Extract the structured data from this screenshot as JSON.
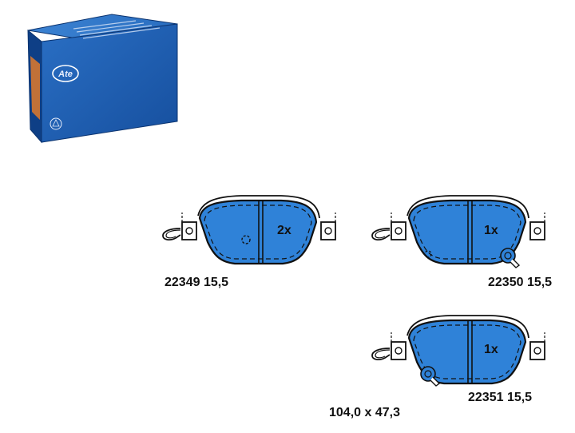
{
  "package": {
    "logo_text": "Ate",
    "side_lines": [
      "",
      "",
      "",
      ""
    ],
    "colors": {
      "front": "#1b5fb3",
      "top": "#2d73c7",
      "side": "#0e3f86",
      "orange": "#e07a2a"
    }
  },
  "pads": [
    {
      "part_number": "22349 15,5",
      "quantity": "2x"
    },
    {
      "part_number": "22350 15,5",
      "quantity": "1x"
    },
    {
      "part_number": "22351 15,5",
      "quantity": "1x"
    }
  ],
  "dimensions": "104,0 x 47,3",
  "colors": {
    "pad_fill": "#2f82d8",
    "outline": "#111111"
  }
}
